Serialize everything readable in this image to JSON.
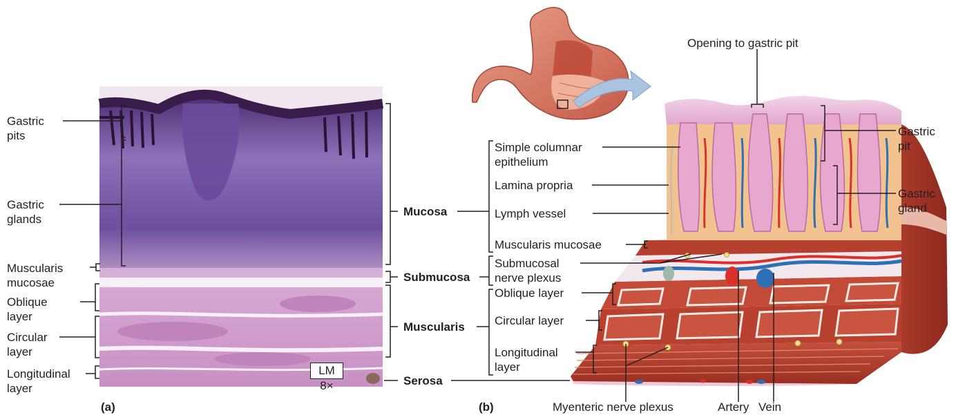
{
  "colors": {
    "tissue_pink": "#c98bc0",
    "tissue_purple": "#5e3f8e",
    "muscle_red": "#b8402e",
    "mucosa_pink": "#e9b2d5",
    "lamina_tan": "#f2c38e",
    "artery_red": "#d9302a",
    "vein_blue": "#2f6fb5",
    "arrow_blue": "#9fbcdc",
    "stroke": "#231f20"
  },
  "panel_a": {
    "tag": "(a)",
    "scale_label": "LM 8×",
    "left_labels": {
      "gastric_pits": "Gastric pits",
      "gastric_glands": "Gastric glands",
      "muscularis_mucosae": "Muscularis mucosae",
      "oblique_layer": "Oblique layer",
      "circular_layer": "Circular layer",
      "longitudinal_layer": "Longitudinal layer"
    }
  },
  "layers": {
    "mucosa": "Mucosa",
    "submucosa": "Submucosa",
    "muscularis": "Muscularis",
    "serosa": "Serosa"
  },
  "panel_b": {
    "tag": "(b)",
    "top_label": "Opening to gastric pit",
    "mid_labels": {
      "simple_columnar_epithelium": "Simple columnar epithelium",
      "lamina_propria": "Lamina propria",
      "lymph_vessel": "Lymph vessel",
      "muscularis_mucosae": "Muscularis mucosae",
      "submucosal_nerve_plexus": "Submucosal nerve plexus",
      "oblique_layer": "Oblique layer",
      "circular_layer": "Circular layer",
      "longitudinal_layer": "Longitudinal layer"
    },
    "right_labels": {
      "gastric_pit": "Gastric pit",
      "gastric_gland": "Gastric gland"
    },
    "bottom_labels": {
      "myenteric_nerve_plexus": "Myenteric nerve plexus",
      "artery": "Artery",
      "vein": "Vein"
    }
  }
}
